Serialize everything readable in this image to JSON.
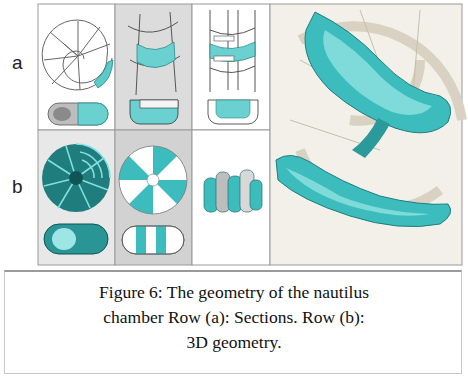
{
  "diagram": {
    "caption": "Figure 6: The geometry of the nautilus chamber Row (a): Sections. Row (b): 3D geometry.",
    "labels": [
      "a",
      "b"
    ]
  }
}
